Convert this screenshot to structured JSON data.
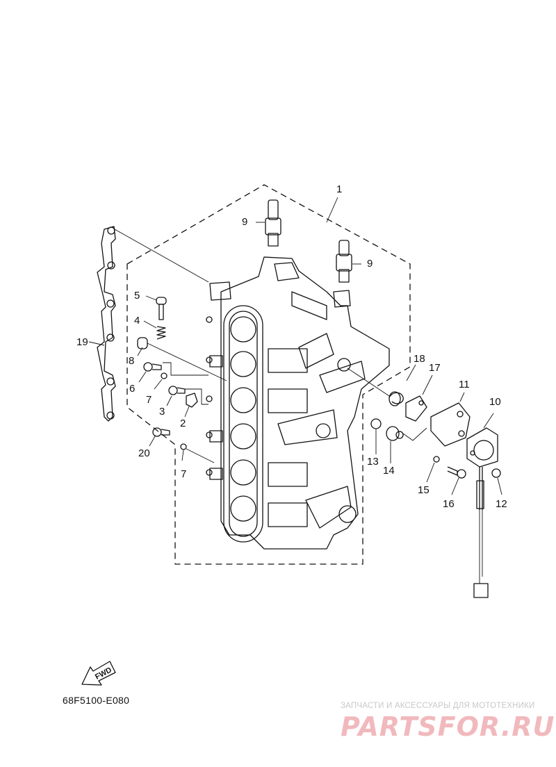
{
  "diagram": {
    "part_code": "68F5100-E080",
    "fwd_label": "FWD",
    "callouts": [
      {
        "id": "c1",
        "label": "1"
      },
      {
        "id": "c2",
        "label": "2"
      },
      {
        "id": "c3",
        "label": "3"
      },
      {
        "id": "c4",
        "label": "4"
      },
      {
        "id": "c5",
        "label": "5"
      },
      {
        "id": "c6",
        "label": "6"
      },
      {
        "id": "c7a",
        "label": "7"
      },
      {
        "id": "c7b",
        "label": "7"
      },
      {
        "id": "c8",
        "label": "8"
      },
      {
        "id": "c9a",
        "label": "9"
      },
      {
        "id": "c9b",
        "label": "9"
      },
      {
        "id": "c10",
        "label": "10"
      },
      {
        "id": "c11",
        "label": "11"
      },
      {
        "id": "c12",
        "label": "12"
      },
      {
        "id": "c13",
        "label": "13"
      },
      {
        "id": "c14",
        "label": "14"
      },
      {
        "id": "c15",
        "label": "15"
      },
      {
        "id": "c16",
        "label": "16"
      },
      {
        "id": "c17",
        "label": "17"
      },
      {
        "id": "c18",
        "label": "18"
      },
      {
        "id": "c19",
        "label": "19"
      },
      {
        "id": "c20",
        "label": "20"
      }
    ]
  },
  "watermark": {
    "tagline": "ЗАПЧАСТИ И АКСЕССУАРЫ ДЛЯ МОТОТЕХНИКИ",
    "brand": "PARTSFOR.RU"
  }
}
